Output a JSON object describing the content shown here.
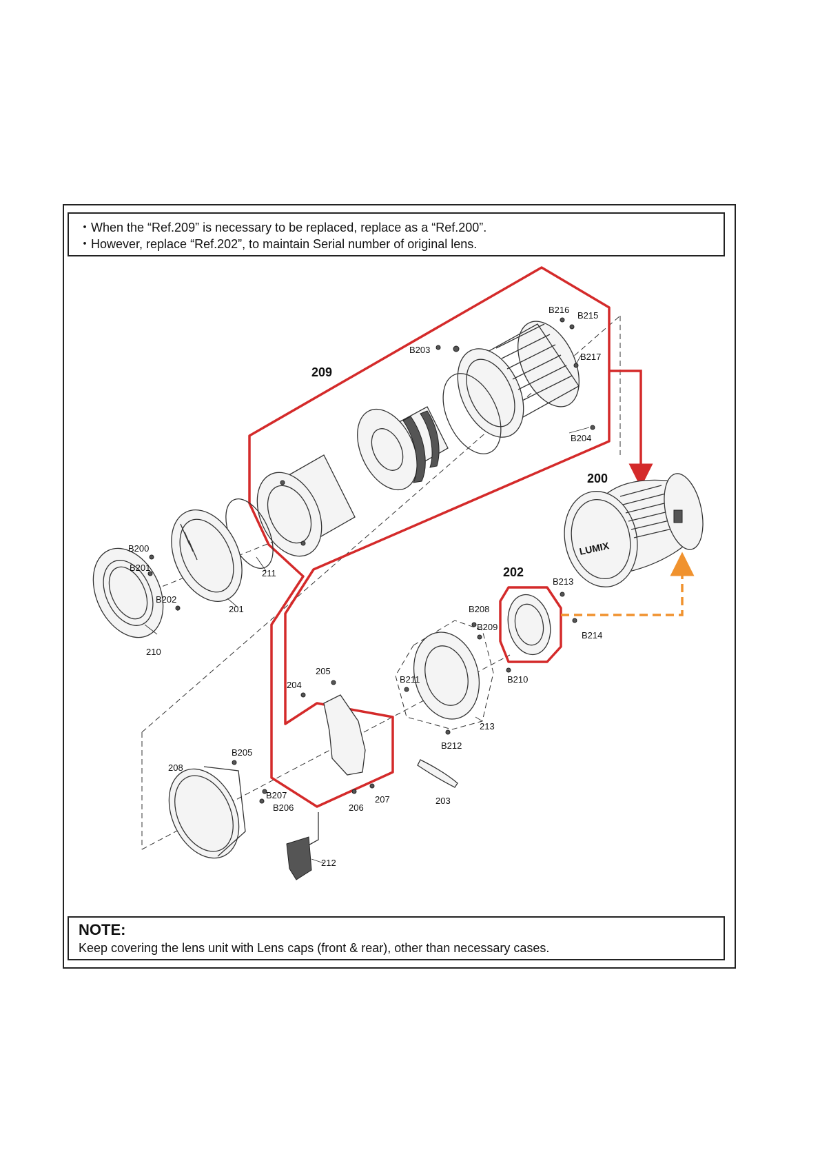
{
  "notice": {
    "lines": [
      "・When the “Ref.209” is necessary to be replaced, replace as a “Ref.200”.",
      "・However, replace “Ref.202”, to maintain Serial number of original lens."
    ]
  },
  "note": {
    "heading": "NOTE:",
    "body": "Keep covering the lens unit with Lens caps (front & rear), other than necessary cases."
  },
  "callouts": {
    "main": [
      "209",
      "200",
      "202"
    ],
    "parts": [
      "201",
      "203",
      "204",
      "205",
      "206",
      "207",
      "208",
      "210",
      "211",
      "212",
      "213"
    ],
    "screws": [
      "B200",
      "B201",
      "B202",
      "B203",
      "B204",
      "B205",
      "B206",
      "B207",
      "B208",
      "B209",
      "B210",
      "B211",
      "B212",
      "B213",
      "B214",
      "B215",
      "B216",
      "B217"
    ]
  },
  "lens_brand_text": "LUMIX",
  "colors": {
    "unit_outline": "#d42a2a",
    "replacement_arrow": "#d42a2a",
    "serial_arrow": "#f0922e",
    "line_art": "#333333"
  }
}
